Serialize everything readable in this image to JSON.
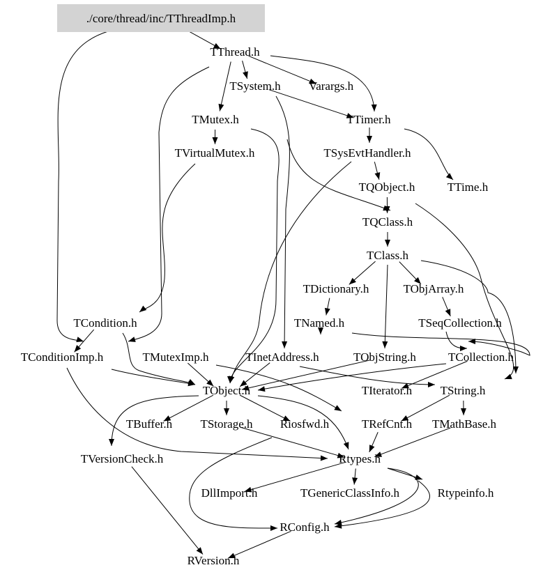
{
  "graph": {
    "root_fill": "#d3d3d3",
    "nodes": [
      {
        "id": "root",
        "label": "./core/thread/inc/TThreadImp.h",
        "root": true
      },
      {
        "id": "TThread",
        "label": "TThread.h"
      },
      {
        "id": "TSystem",
        "label": "TSystem.h"
      },
      {
        "id": "Varargs",
        "label": "Varargs.h"
      },
      {
        "id": "TMutex",
        "label": "TMutex.h"
      },
      {
        "id": "TTimer",
        "label": "TTimer.h"
      },
      {
        "id": "TVirtualMutex",
        "label": "TVirtualMutex.h"
      },
      {
        "id": "TSysEvtHandler",
        "label": "TSysEvtHandler.h"
      },
      {
        "id": "TQObject",
        "label": "TQObject.h"
      },
      {
        "id": "TTime",
        "label": "TTime.h"
      },
      {
        "id": "TQClass",
        "label": "TQClass.h"
      },
      {
        "id": "TClass",
        "label": "TClass.h"
      },
      {
        "id": "TDictionary",
        "label": "TDictionary.h"
      },
      {
        "id": "TObjArray",
        "label": "TObjArray.h"
      },
      {
        "id": "TCondition",
        "label": "TCondition.h"
      },
      {
        "id": "TNamed",
        "label": "TNamed.h"
      },
      {
        "id": "TSeqCollection",
        "label": "TSeqCollection.h"
      },
      {
        "id": "TConditionImp",
        "label": "TConditionImp.h"
      },
      {
        "id": "TMutexImp",
        "label": "TMutexImp.h"
      },
      {
        "id": "TInetAddress",
        "label": "TInetAddress.h"
      },
      {
        "id": "TObjString",
        "label": "TObjString.h"
      },
      {
        "id": "TCollection",
        "label": "TCollection.h"
      },
      {
        "id": "TObject",
        "label": "TObject.h"
      },
      {
        "id": "TIterator",
        "label": "TIterator.h"
      },
      {
        "id": "TString",
        "label": "TString.h"
      },
      {
        "id": "TBuffer",
        "label": "TBuffer.h"
      },
      {
        "id": "TStorage",
        "label": "TStorage.h"
      },
      {
        "id": "Riosfwd",
        "label": "Riosfwd.h"
      },
      {
        "id": "TRefCnt",
        "label": "TRefCnt.h"
      },
      {
        "id": "TMathBase",
        "label": "TMathBase.h"
      },
      {
        "id": "TVersionCheck",
        "label": "TVersionCheck.h"
      },
      {
        "id": "Rtypes",
        "label": "Rtypes.h"
      },
      {
        "id": "DllImport",
        "label": "DllImport.h"
      },
      {
        "id": "TGenericClassInfo",
        "label": "TGenericClassInfo.h"
      },
      {
        "id": "Rtypeinfo",
        "label": "Rtypeinfo.h"
      },
      {
        "id": "RConfig",
        "label": "RConfig.h"
      },
      {
        "id": "RVersion",
        "label": "RVersion.h"
      }
    ],
    "edges": [
      [
        "root",
        "TThread"
      ],
      [
        "root",
        "TCondition"
      ],
      [
        "TThread",
        "TSystem"
      ],
      [
        "TThread",
        "Varargs"
      ],
      [
        "TThread",
        "TTimer"
      ],
      [
        "TThread",
        "TMutex"
      ],
      [
        "TThread",
        "TCondition"
      ],
      [
        "TSystem",
        "TTimer"
      ],
      [
        "TSystem",
        "TInetAddress"
      ],
      [
        "TSystem",
        "TQClass"
      ],
      [
        "TMutex",
        "TVirtualMutex"
      ],
      [
        "TMutex",
        "TObject"
      ],
      [
        "TTimer",
        "TSysEvtHandler"
      ],
      [
        "TTimer",
        "TTime"
      ],
      [
        "TVirtualMutex",
        "TCondition"
      ],
      [
        "TSysEvtHandler",
        "TQObject"
      ],
      [
        "TSysEvtHandler",
        "TObject"
      ],
      [
        "TQObject",
        "TQClass"
      ],
      [
        "TQObject",
        "TString"
      ],
      [
        "TQClass",
        "TClass"
      ],
      [
        "TClass",
        "TDictionary"
      ],
      [
        "TClass",
        "TObjArray"
      ],
      [
        "TClass",
        "TObjString"
      ],
      [
        "TClass",
        "TString"
      ],
      [
        "TDictionary",
        "TNamed"
      ],
      [
        "TObjArray",
        "TSeqCollection"
      ],
      [
        "TNamed",
        "TObject"
      ],
      [
        "TNamed",
        "TCollection"
      ],
      [
        "TSeqCollection",
        "TCollection"
      ],
      [
        "TCondition",
        "TConditionImp"
      ],
      [
        "TCondition",
        "TObject"
      ],
      [
        "TConditionImp",
        "TObject"
      ],
      [
        "TConditionImp",
        "Rtypes"
      ],
      [
        "TMutexImp",
        "TObject"
      ],
      [
        "TMutexImp",
        "TRefCnt"
      ],
      [
        "TInetAddress",
        "TObject"
      ],
      [
        "TInetAddress",
        "TString"
      ],
      [
        "TObjString",
        "TObject"
      ],
      [
        "TCollection",
        "TObject"
      ],
      [
        "TCollection",
        "TIterator"
      ],
      [
        "TObject",
        "TBuffer"
      ],
      [
        "TObject",
        "TStorage"
      ],
      [
        "TObject",
        "Riosfwd"
      ],
      [
        "TObject",
        "TVersionCheck"
      ],
      [
        "TObject",
        "Rtypes"
      ],
      [
        "TString",
        "TRefCnt"
      ],
      [
        "TString",
        "TMathBase"
      ],
      [
        "TStorage",
        "Rtypes"
      ],
      [
        "Riosfwd",
        "RConfig"
      ],
      [
        "TRefCnt",
        "Rtypes"
      ],
      [
        "TMathBase",
        "Rtypes"
      ],
      [
        "TVersionCheck",
        "RVersion"
      ],
      [
        "Rtypes",
        "DllImport"
      ],
      [
        "Rtypes",
        "TGenericClassInfo"
      ],
      [
        "Rtypes",
        "Rtypeinfo"
      ],
      [
        "Rtypes",
        "RConfig"
      ],
      [
        "Rtypeinfo",
        "RConfig"
      ],
      [
        "RConfig",
        "RVersion"
      ]
    ]
  }
}
